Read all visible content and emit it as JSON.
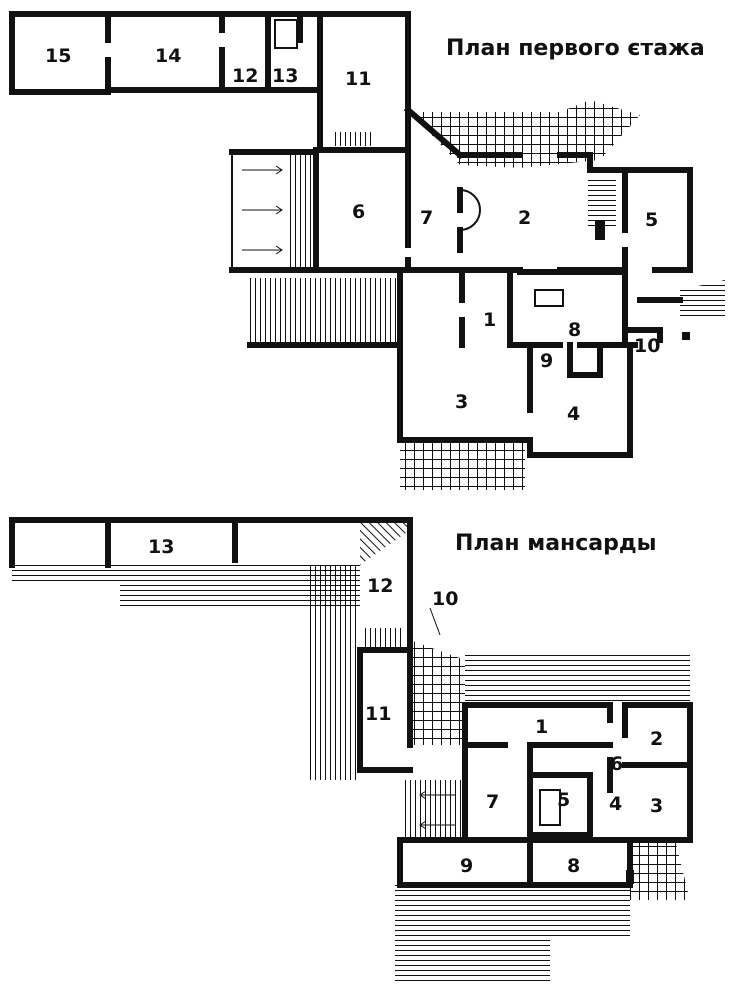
{
  "first_floor": {
    "title": "План первого єтажа",
    "rooms": [
      "1",
      "2",
      "3",
      "4",
      "5",
      "6",
      "7",
      "8",
      "9",
      "10",
      "11",
      "12",
      "13",
      "14",
      "15"
    ]
  },
  "attic": {
    "title": "План мансарды",
    "rooms": [
      "1",
      "2",
      "3",
      "4",
      "5",
      "6",
      "7",
      "8",
      "9",
      "10",
      "11",
      "12",
      "13"
    ]
  }
}
